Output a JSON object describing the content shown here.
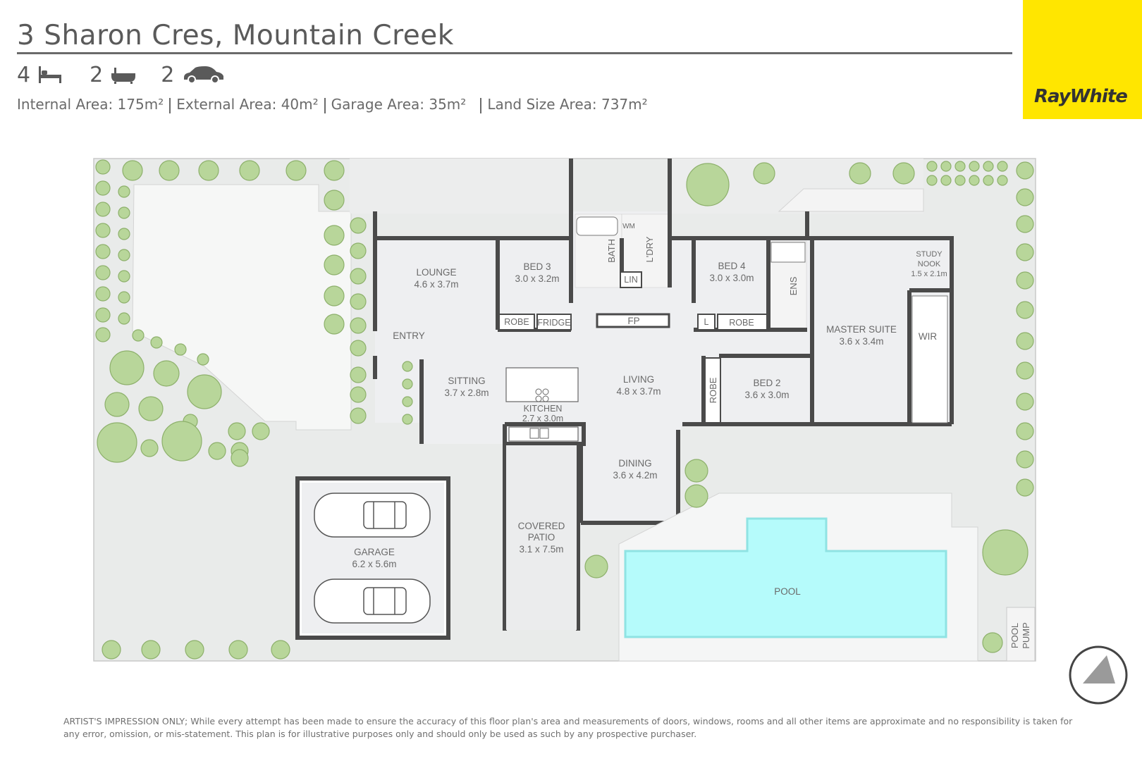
{
  "header": {
    "title": "3 Sharon Cres, Mountain Creek",
    "beds": "4",
    "baths": "2",
    "cars": "2"
  },
  "areas": {
    "internal": "Internal Area: 175m²",
    "external": "External Area: 40m²",
    "garage": "Garage Area: 35m²",
    "land": "Land Size Area: 737m²"
  },
  "brand": {
    "name": "RayWhite",
    "color": "#ffe600"
  },
  "rooms": {
    "lounge": {
      "name": "LOUNGE",
      "size": "4.6 x 3.7m"
    },
    "bed3": {
      "name": "BED 3",
      "size": "3.0 x 3.2m"
    },
    "bath": {
      "name": "BATH"
    },
    "laundry": {
      "name": "L'DRY"
    },
    "wm": {
      "name": "WM"
    },
    "lin": {
      "name": "LIN"
    },
    "bed4": {
      "name": "BED 4",
      "size": "3.0 x 3.0m"
    },
    "ens": {
      "name": "ENS"
    },
    "study": {
      "name1": "STUDY",
      "name2": "NOOK",
      "size": "1.5 x 2.1m"
    },
    "master": {
      "name": "MASTER SUITE",
      "size": "3.6 x 3.4m"
    },
    "wir": {
      "name": "WIR"
    },
    "robe_bed3": {
      "name": "ROBE"
    },
    "fridge": {
      "name": "FRIDGE"
    },
    "fp": {
      "name": "FP"
    },
    "l": {
      "name": "L"
    },
    "robe_bed4": {
      "name": "ROBE"
    },
    "entry": {
      "name": "ENTRY"
    },
    "sitting": {
      "name": "SITTING",
      "size": "3.7 x 2.8m"
    },
    "kitchen": {
      "name": "KITCHEN",
      "size": "2.7 x 3.0m"
    },
    "living": {
      "name": "LIVING",
      "size": "4.8 x 3.7m"
    },
    "robe_bed2": {
      "name": "ROBE"
    },
    "bed2": {
      "name": "BED 2",
      "size": "3.6 x 3.0m"
    },
    "dining": {
      "name": "DINING",
      "size": "3.6 x 4.2m"
    },
    "patio": {
      "name1": "COVERED",
      "name2": "PATIO",
      "size": "3.1 x 7.5m"
    },
    "garage": {
      "name": "GARAGE",
      "size": "6.2 x 5.6m"
    },
    "pool": {
      "name": "POOL"
    },
    "pool_pump": {
      "name1": "POOL",
      "name2": "PUMP"
    }
  },
  "colors": {
    "yard": "#e9ebea",
    "interior": "#eeeff1",
    "wall": "#4a4a4a",
    "pool": "#b5fbfb",
    "tree": "#9cbf79"
  },
  "disclaimer": "ARTIST'S IMPRESSION ONLY; While every attempt has been made to ensure the accuracy of this floor plan's area and measurements of doors, windows, rooms and all other items are approximate and no responsibility is taken for any error, omission, or mis-statement. This plan is for illustrative purposes only and should only be used as such by any prospective purchaser."
}
